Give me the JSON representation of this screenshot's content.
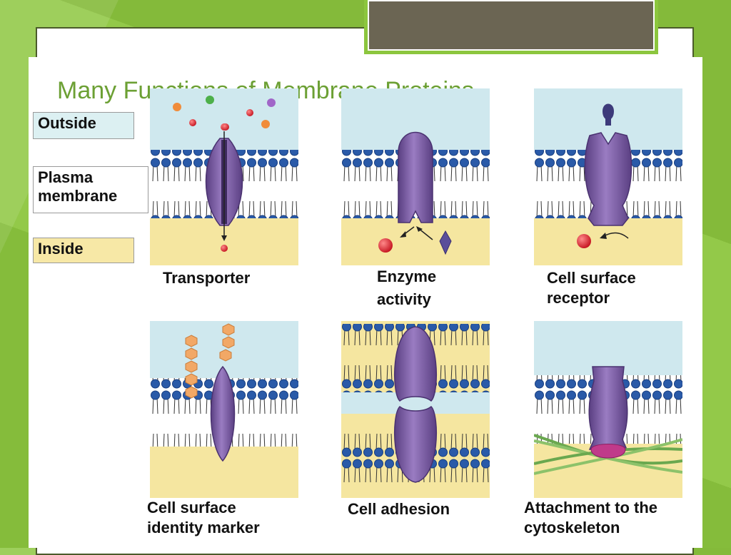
{
  "title": "Many Functions of Membrane Proteins",
  "legend": {
    "outside": "Outside",
    "membrane_line1": "Plasma",
    "membrane_line2": "membrane",
    "inside": "Inside"
  },
  "panels": {
    "transporter": {
      "line1": "Transporter"
    },
    "enzyme": {
      "line1": "Enzyme",
      "line2": "activity"
    },
    "receptor": {
      "line1": "Cell surface",
      "line2": "receptor"
    },
    "identity": {
      "line1": "Cell surface",
      "line2": "identity marker"
    },
    "adhesion": {
      "line1": "Cell adhesion"
    },
    "cytoskeleton": {
      "line1": "Attachment to the",
      "line2": "cytoskeleton"
    }
  },
  "colors": {
    "background_green": "#8cc63e",
    "title_green": "#6ca034",
    "outside_blue": "#cfe8ee",
    "inside_yellow": "#f5e6a0",
    "lipid_head_blue": "#2a5aa8",
    "protein_purple": "#7b5aa0",
    "carbohydrate_orange": "#f2a866",
    "actin_green": "#6aa84f"
  }
}
